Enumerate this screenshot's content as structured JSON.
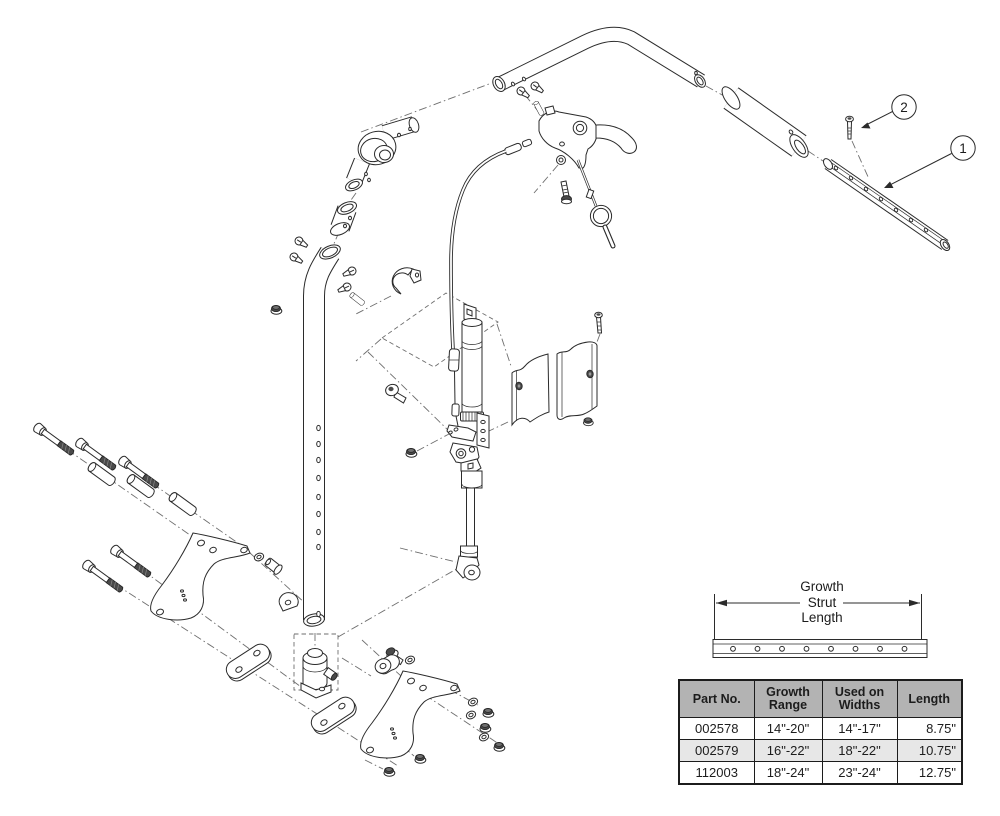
{
  "diagram": {
    "callouts": [
      {
        "number": "1",
        "target": "growth-strut"
      },
      {
        "number": "2",
        "target": "strut-mounting-screw"
      }
    ],
    "dimension_label": [
      "Growth",
      "Strut",
      "Length"
    ]
  },
  "parts_table": {
    "headers": [
      "Part No.",
      "Growth Range",
      "Used on Widths",
      "Length"
    ],
    "rows": [
      [
        "002578",
        "14\"-20\"",
        "14\"-17\"",
        "8.75\""
      ],
      [
        "002579",
        "16\"-22\"",
        "18\"-22\"",
        "10.75\""
      ],
      [
        "112003",
        "18\"-24\"",
        "23\"-24\"",
        "12.75\""
      ]
    ]
  },
  "colors": {
    "line": "#2b2b2b",
    "table_header_bg": "#b3b3b3",
    "table_alt_row_bg": "#e7e7e7",
    "background": "#ffffff"
  }
}
